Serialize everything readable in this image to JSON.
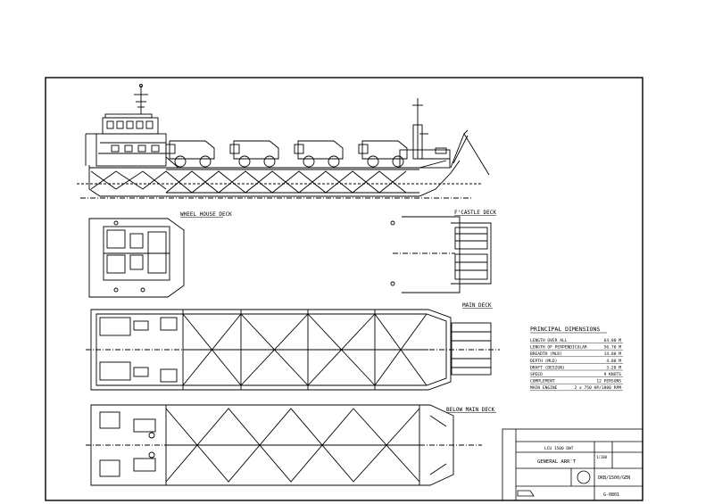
{
  "views": {
    "wheel_house_deck": "WHEEL HOUSE DECK",
    "fcastle_deck": "F'CASTLE DECK",
    "main_deck": "MAIN DECK",
    "below_main_deck": "BELOW MAIN DECK"
  },
  "principal_dimensions": {
    "title": "PRINCIPAL DIMENSIONS",
    "rows": [
      {
        "label": "LENGTH OVER ALL",
        "value": "64.00 M"
      },
      {
        "label": "LENGTH OF PERPENDICULAR",
        "value": "56.70 M"
      },
      {
        "label": "BREADTH (MLD)",
        "value": "14.00 M"
      },
      {
        "label": "DEPTH (MLD)",
        "value": "4.00 M"
      },
      {
        "label": "DRAFT (DESIGN)",
        "value": "3.20 M"
      },
      {
        "label": "SPEED",
        "value": "9 KNOTS"
      },
      {
        "label": "COMPLEMENT",
        "value": "12 PERSONS"
      },
      {
        "label": "MAIN ENGINE",
        "value": "2 x 750 HP/1800 RPM"
      }
    ]
  },
  "title_block": {
    "project": "LCU 1500 DWT",
    "drawing_title": "GENERAL ARR'T",
    "drawing_no": "G-0801",
    "scale": "1/100",
    "ref_no": "DKB/1500/GEN"
  }
}
